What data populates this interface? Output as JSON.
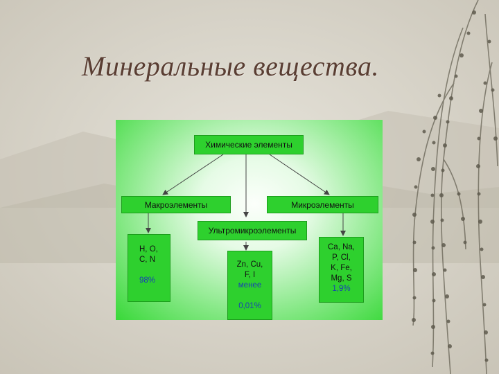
{
  "slide": {
    "title": "Минеральные вещества."
  },
  "diagram": {
    "root": "Химические элементы",
    "macro": {
      "label": "Макроэлементы",
      "elements_line1": "H, O,",
      "elements_line2": "C, N",
      "share": "98%"
    },
    "ultramicro": {
      "label": "Ультромикроэлементы",
      "elements_line1": "Zn, Cu,",
      "elements_line2": "F, I",
      "qualifier": "менее",
      "share": "0,01%"
    },
    "micro": {
      "label": "Микроэлементы",
      "elements_line1": "Ca, Na,",
      "elements_line2": "P, Cl,",
      "elements_line3": "K, Fe,",
      "elements_line4": "Mg, S",
      "share": "1,9%"
    }
  },
  "colors": {
    "title": "#5a3e33",
    "box_fill": "#2ed02e",
    "share_text": "#1a3fb4",
    "background": "#dedad0"
  }
}
